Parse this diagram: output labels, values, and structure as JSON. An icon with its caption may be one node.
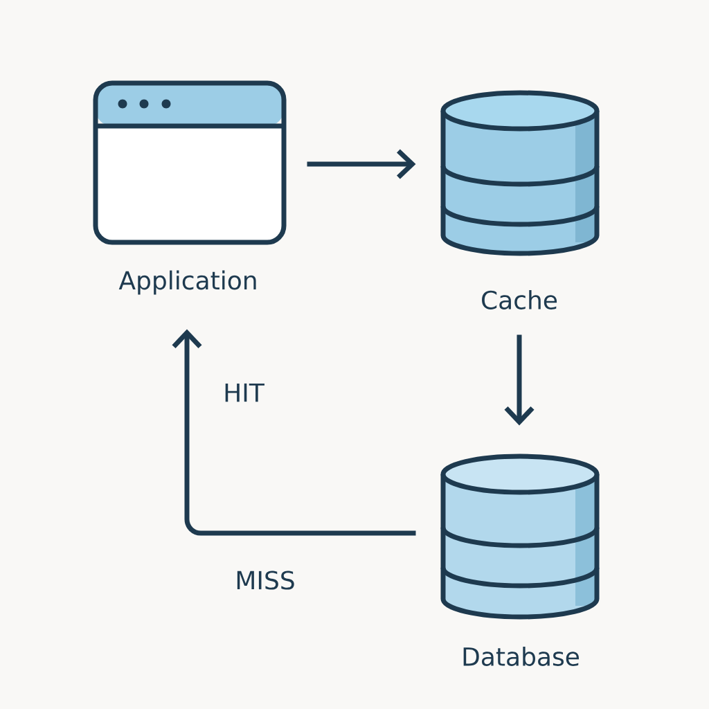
{
  "diagram": {
    "nodes": [
      {
        "text": [
          "Application"
        ]
      },
      {
        "text": [
          "Cache"
        ]
      },
      {
        "text": [
          "Database"
        ]
      }
    ],
    "edges": [
      {
        "from": 0,
        "to": 1,
        "arrow": "to"
      },
      {
        "from": 1,
        "to": 2,
        "arrow": "to"
      },
      {
        "from": 2,
        "to": 0,
        "arrow": "to",
        "label": "HIT"
      }
    ],
    "labels": [
      "MISS"
    ]
  }
}
